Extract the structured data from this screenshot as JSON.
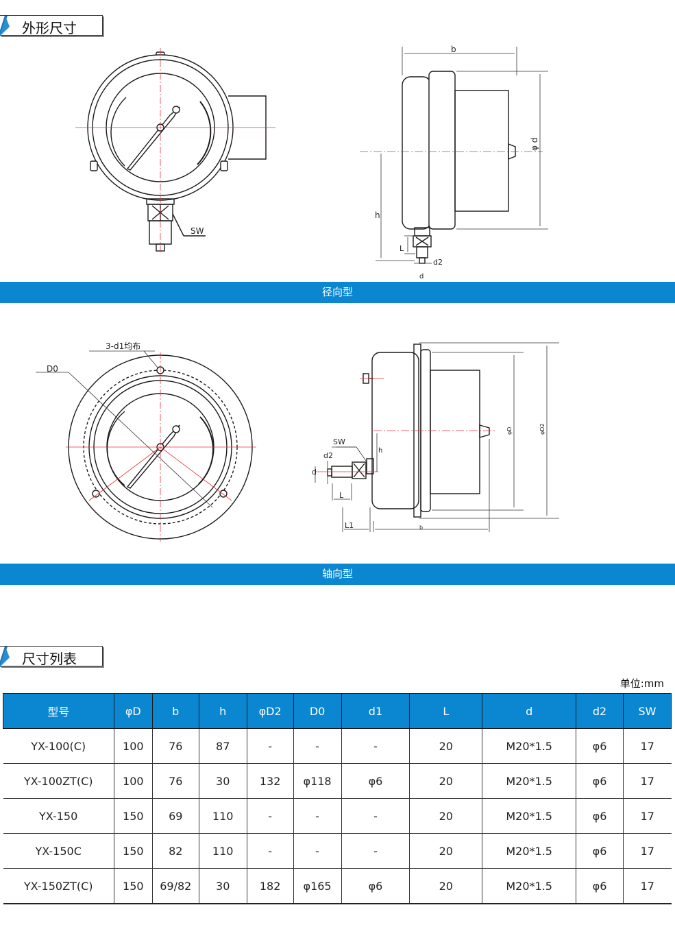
{
  "section1": {
    "title": "外形尺寸"
  },
  "section2": {
    "title": "尺寸列表"
  },
  "bars": {
    "radial": "径向型",
    "axial": "轴向型"
  },
  "radial_labels": {
    "sw": "SW",
    "b": "b",
    "phi_d": "φ d",
    "h": "h",
    "l": "L",
    "d2": "d2",
    "d": "d"
  },
  "axial_labels": {
    "holes": "3-d1均布",
    "d0": "D0",
    "sw": "SW",
    "d2": "d2",
    "d": "d",
    "l": "L",
    "l1": "L1",
    "h": "h",
    "b": "b",
    "phi_d": "φD",
    "phi_d2": "φD2"
  },
  "unit": "单位:mm",
  "table": {
    "headers": [
      "型号",
      "φD",
      "b",
      "h",
      "φD2",
      "D0",
      "d1",
      "L",
      "d",
      "d2",
      "SW"
    ],
    "rows": [
      [
        "YX-100(C)",
        "100",
        "76",
        "87",
        "-",
        "-",
        "-",
        "20",
        "M20*1.5",
        "φ6",
        "17"
      ],
      [
        "YX-100ZT(C)",
        "100",
        "76",
        "30",
        "132",
        "φ118",
        "φ6",
        "20",
        "M20*1.5",
        "φ6",
        "17"
      ],
      [
        "YX-150",
        "150",
        "69",
        "110",
        "-",
        "-",
        "-",
        "20",
        "M20*1.5",
        "φ6",
        "17"
      ],
      [
        "YX-150C",
        "150",
        "82",
        "110",
        "-",
        "-",
        "-",
        "20",
        "M20*1.5",
        "φ6",
        "17"
      ],
      [
        "YX-150ZT(C)",
        "150",
        "69/82",
        "30",
        "182",
        "φ165",
        "φ6",
        "20",
        "M20*1.5",
        "φ6",
        "17"
      ]
    ]
  },
  "colors": {
    "accent": "#0b86d0",
    "centerline": "#e8323c"
  }
}
